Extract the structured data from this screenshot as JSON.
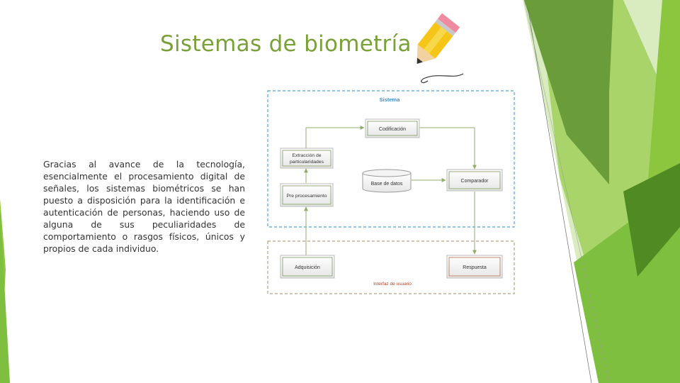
{
  "slide": {
    "title": "Sistemas de biometría",
    "body": "Gracias al avance de la tecnología, esencialmente el procesamiento digital de señales, los sistemas biométricos se han puesto a disposición para la identificación e autenticación de personas, haciendo uso de alguna de sus peculiaridades de comportamiento o rasgos físicos, únicos y propios de cada individuo."
  },
  "diagram": {
    "system_label": "Sistema",
    "interface_label": "Interfaz de usuario",
    "nodes": {
      "codificacion": "Codificación",
      "extraccion_line1": "Extracción de",
      "extraccion_line2": "particularidades",
      "base_datos": "Base de datos",
      "comparador": "Comparador",
      "preprocesamiento": "Pre procesamiento",
      "adquisicion": "Adquisición",
      "respuesta": "Respuesta"
    }
  },
  "colors": {
    "title": "#7aa03a",
    "system_border": "#4aa3d8",
    "interface_border": "#b8a080",
    "green_dark": "#5a8a28",
    "green_mid": "#7fbf3f",
    "green_light": "#c8e3a0"
  },
  "icons": [
    "pencil-icon"
  ]
}
